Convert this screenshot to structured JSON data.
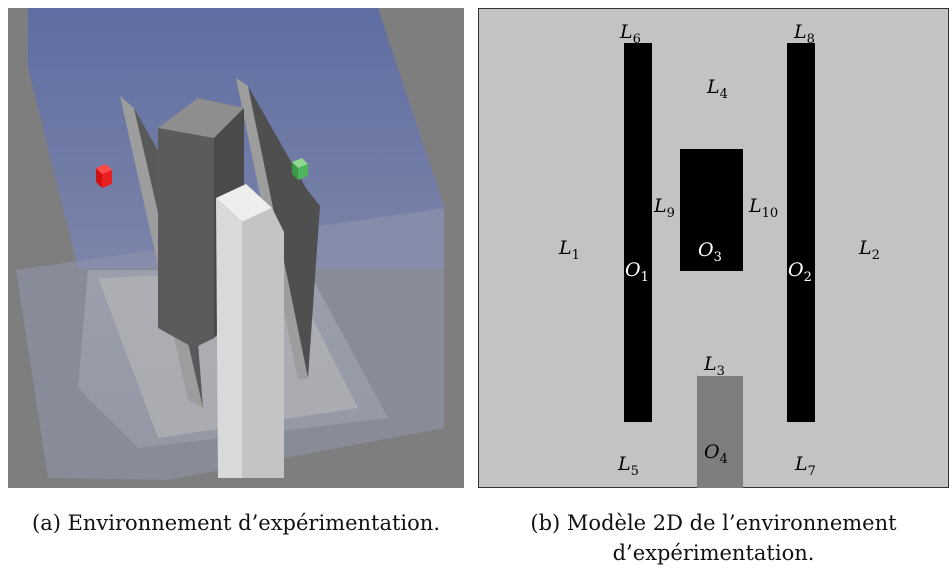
{
  "subfigure_a": {
    "caption": "(a)  Environnement d’expérimentation.",
    "colors": {
      "background": "#7f7f7f",
      "obstacle": "#b5b5b5",
      "wall_tint": "#5a6aa8",
      "red_cube": "#e01a1a",
      "green_cube": "#3fae4c"
    }
  },
  "subfigure_b": {
    "caption_line1": "(b)  Modèle 2D de l’environnement",
    "caption_line2": "d’expérimentation.",
    "colors": {
      "floor": "#c3c3c3",
      "obstacle": "#000000",
      "gray_obstacle": "#7e7e7e"
    },
    "labels": {
      "L1": {
        "main": "L",
        "sub": "1"
      },
      "L2": {
        "main": "L",
        "sub": "2"
      },
      "L3": {
        "main": "L",
        "sub": "3"
      },
      "L4": {
        "main": "L",
        "sub": "4"
      },
      "L5": {
        "main": "L",
        "sub": "5"
      },
      "L6": {
        "main": "L",
        "sub": "6"
      },
      "L7": {
        "main": "L",
        "sub": "7"
      },
      "L8": {
        "main": "L",
        "sub": "8"
      },
      "L9": {
        "main": "L",
        "sub": "9"
      },
      "L10": {
        "main": "L",
        "sub": "10"
      },
      "O1": {
        "main": "O",
        "sub": "1"
      },
      "O2": {
        "main": "O",
        "sub": "2"
      },
      "O3": {
        "main": "O",
        "sub": "3"
      },
      "O4": {
        "main": "O",
        "sub": "4"
      }
    }
  }
}
